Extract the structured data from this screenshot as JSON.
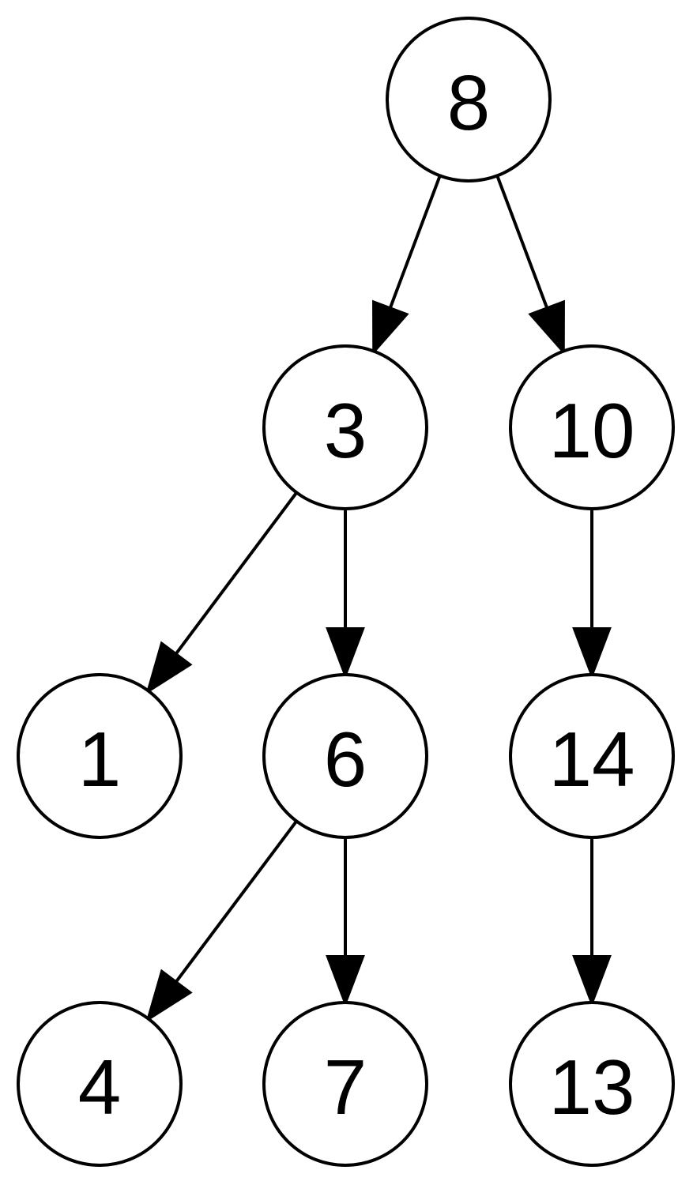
{
  "diagram": {
    "type": "binary-search-tree",
    "nodes": [
      {
        "id": "n8",
        "label": "8"
      },
      {
        "id": "n3",
        "label": "3"
      },
      {
        "id": "n10",
        "label": "10"
      },
      {
        "id": "n1",
        "label": "1"
      },
      {
        "id": "n6",
        "label": "6"
      },
      {
        "id": "n14",
        "label": "14"
      },
      {
        "id": "n4",
        "label": "4"
      },
      {
        "id": "n7",
        "label": "7"
      },
      {
        "id": "n13",
        "label": "13"
      }
    ],
    "edges": [
      {
        "from": "n8",
        "to": "n3"
      },
      {
        "from": "n8",
        "to": "n10"
      },
      {
        "from": "n3",
        "to": "n1"
      },
      {
        "from": "n3",
        "to": "n6"
      },
      {
        "from": "n10",
        "to": "n14"
      },
      {
        "from": "n6",
        "to": "n4"
      },
      {
        "from": "n6",
        "to": "n7"
      },
      {
        "from": "n14",
        "to": "n13"
      }
    ]
  }
}
